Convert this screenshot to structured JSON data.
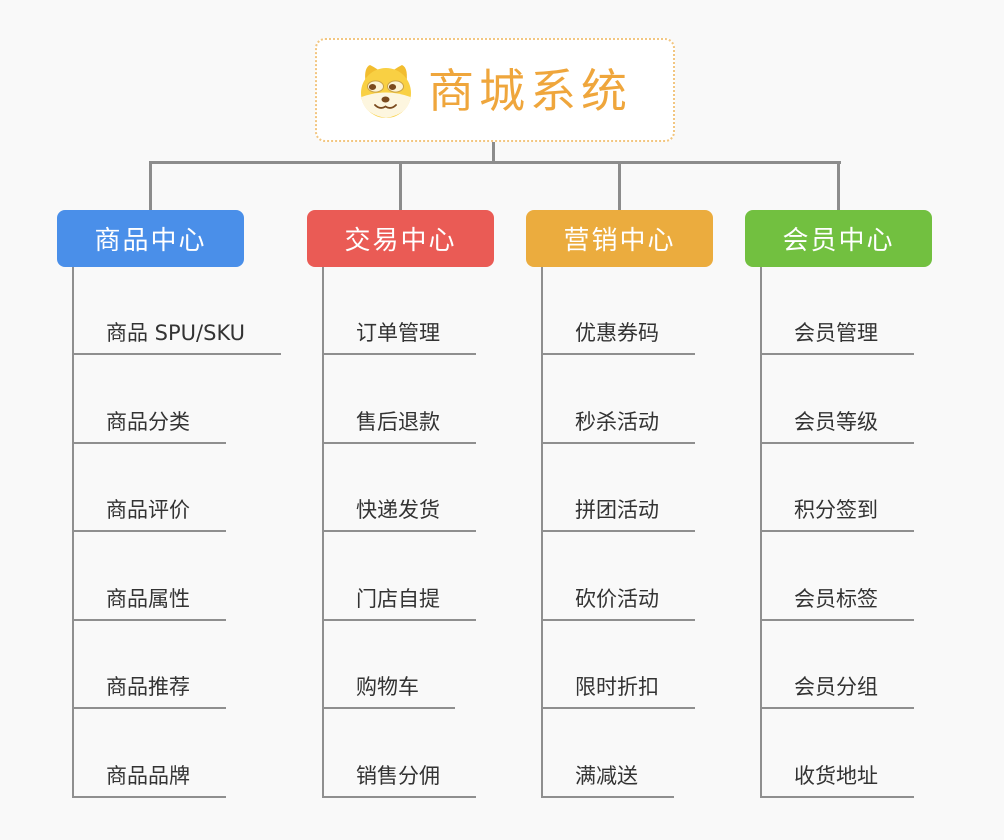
{
  "root": {
    "title": "商城系统",
    "icon": "doge-icon"
  },
  "branches": [
    {
      "id": "product-center",
      "label": "商品中心",
      "color": "#4a8fe9",
      "items": [
        "商品 SPU/SKU",
        "商品分类",
        "商品评价",
        "商品属性",
        "商品推荐",
        "商品品牌"
      ]
    },
    {
      "id": "trade-center",
      "label": "交易中心",
      "color": "#ea5b55",
      "items": [
        "订单管理",
        "售后退款",
        "快递发货",
        "门店自提",
        "购物车",
        "销售分佣"
      ]
    },
    {
      "id": "marketing-center",
      "label": "营销中心",
      "color": "#ebac3e",
      "items": [
        "优惠券码",
        "秒杀活动",
        "拼团活动",
        "砍价活动",
        "限时折扣",
        "满减送"
      ]
    },
    {
      "id": "member-center",
      "label": "会员中心",
      "color": "#72c040",
      "items": [
        "会员管理",
        "会员等级",
        "积分签到",
        "会员标签",
        "会员分组",
        "收货地址"
      ]
    }
  ],
  "colors": {
    "background": "#f9f9f9",
    "connector": "#8c8c8c",
    "underline": "#8f8f8f",
    "leaf_text": "#333333",
    "root_text": "#efa63c",
    "root_border": "#f2c681"
  }
}
